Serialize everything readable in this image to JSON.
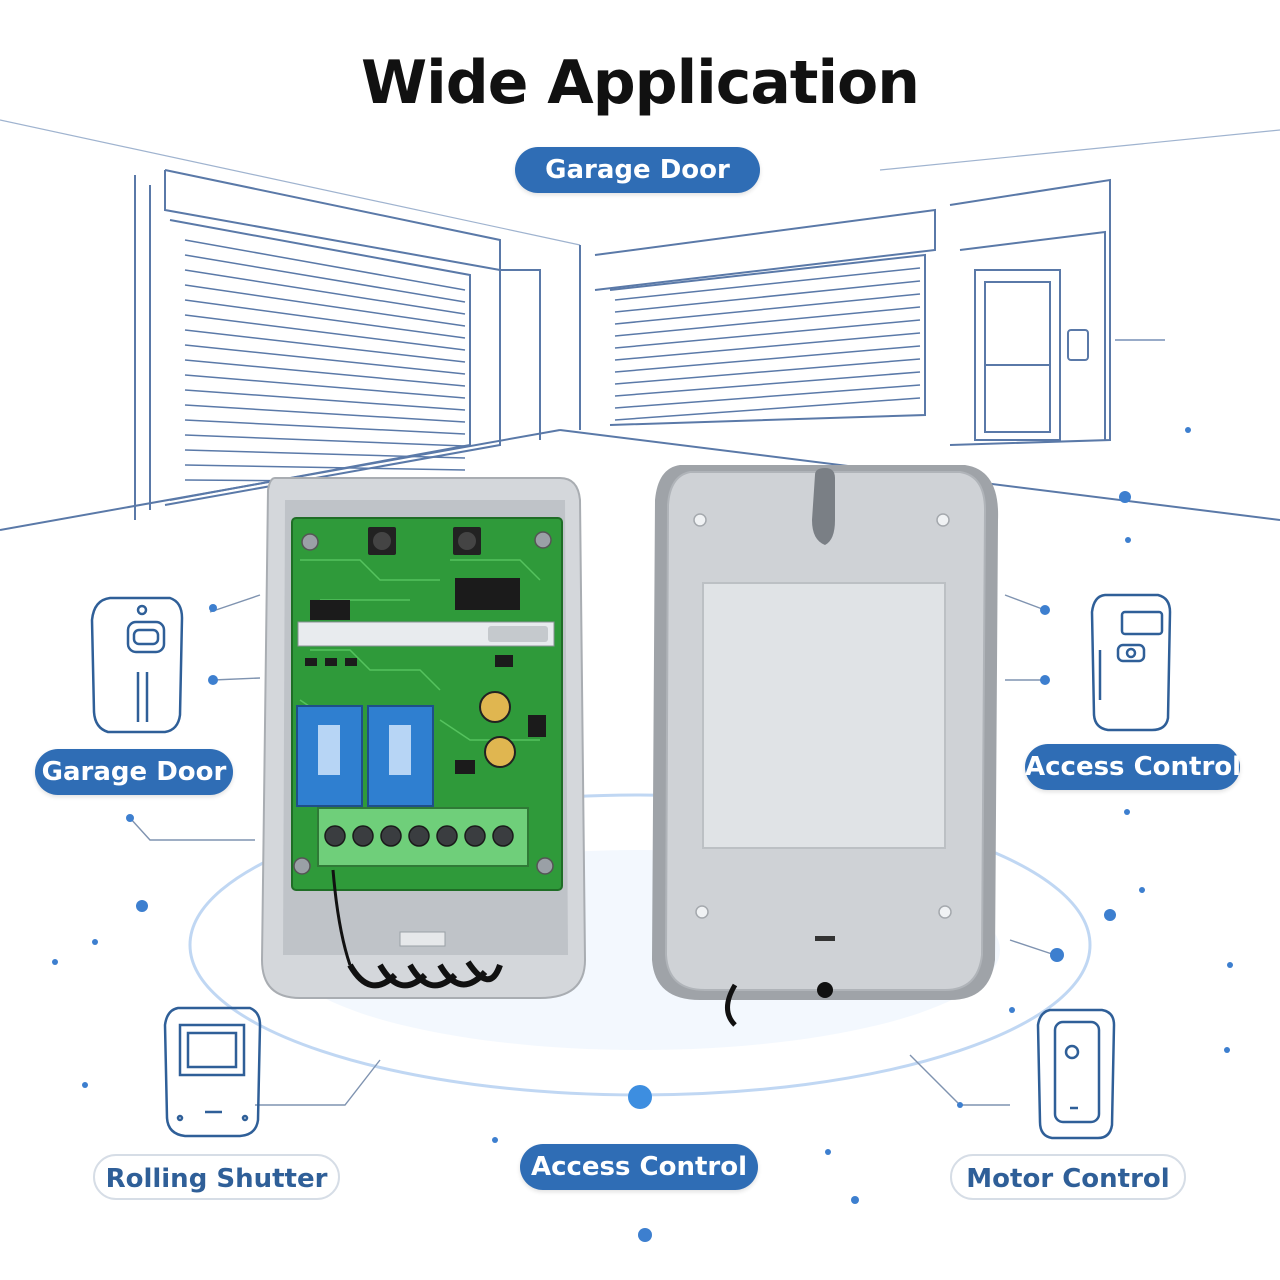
{
  "header": {
    "title": "Wide Application"
  },
  "labels": {
    "top": "Garage Door",
    "left": "Garage Door",
    "right": "Access Control",
    "bottom_left": "Rolling Shutter",
    "bottom_center": "Access Control",
    "bottom_right": "Motor Control"
  },
  "colors": {
    "accent": "#2f6db5",
    "line_art": "#5a79a8",
    "pcb_green": "#2f9a3a",
    "relay_blue": "#2f7fd0",
    "housing_grey": "#c9ccd0",
    "terminal_green": "#6fcf7a"
  },
  "icons": {
    "scene": "garage-doors-illustration",
    "receiver_open": "receiver-pcb-icon",
    "receiver_back": "receiver-back-cover-icon",
    "left_device": "garage-remote-icon",
    "right_device": "access-control-reader-icon",
    "bottom_left_device": "rolling-shutter-panel-icon",
    "bottom_right_device": "motor-control-switch-icon"
  }
}
